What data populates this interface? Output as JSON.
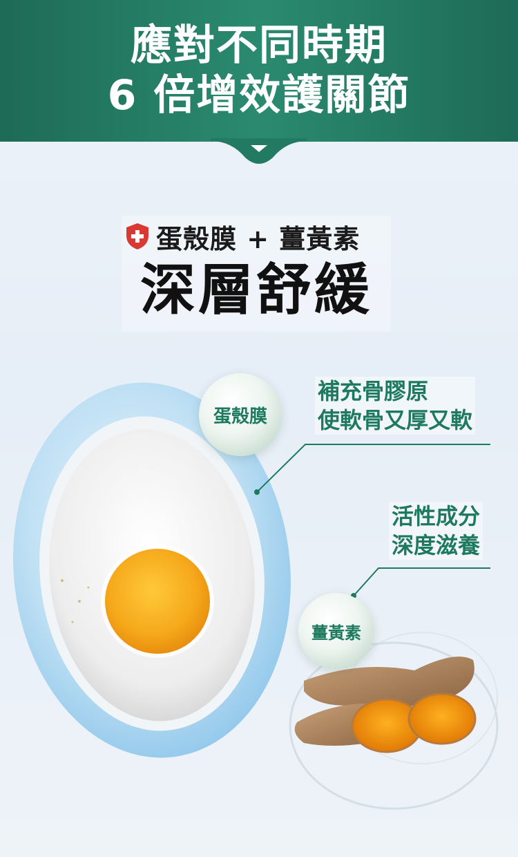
{
  "header": {
    "title_line1": "應對不同時期",
    "title_line2": "6 倍增效護關節",
    "color": "#237a62"
  },
  "subhead": {
    "ingredients": "蛋殼膜 + 薑黃素",
    "headline": "深層舒緩",
    "icon": "red-shield-cross-icon"
  },
  "callouts": {
    "eggshell": {
      "bubble_label": "蛋殼膜",
      "line1": "補充骨膠原",
      "line2": "使軟骨又厚又軟"
    },
    "turmeric": {
      "bubble_label": "薑黃素",
      "line1": "活性成分",
      "line2": "深度滋養"
    }
  },
  "colors": {
    "accent_green": "#1d7a5e",
    "shield_red": "#d83a33"
  }
}
